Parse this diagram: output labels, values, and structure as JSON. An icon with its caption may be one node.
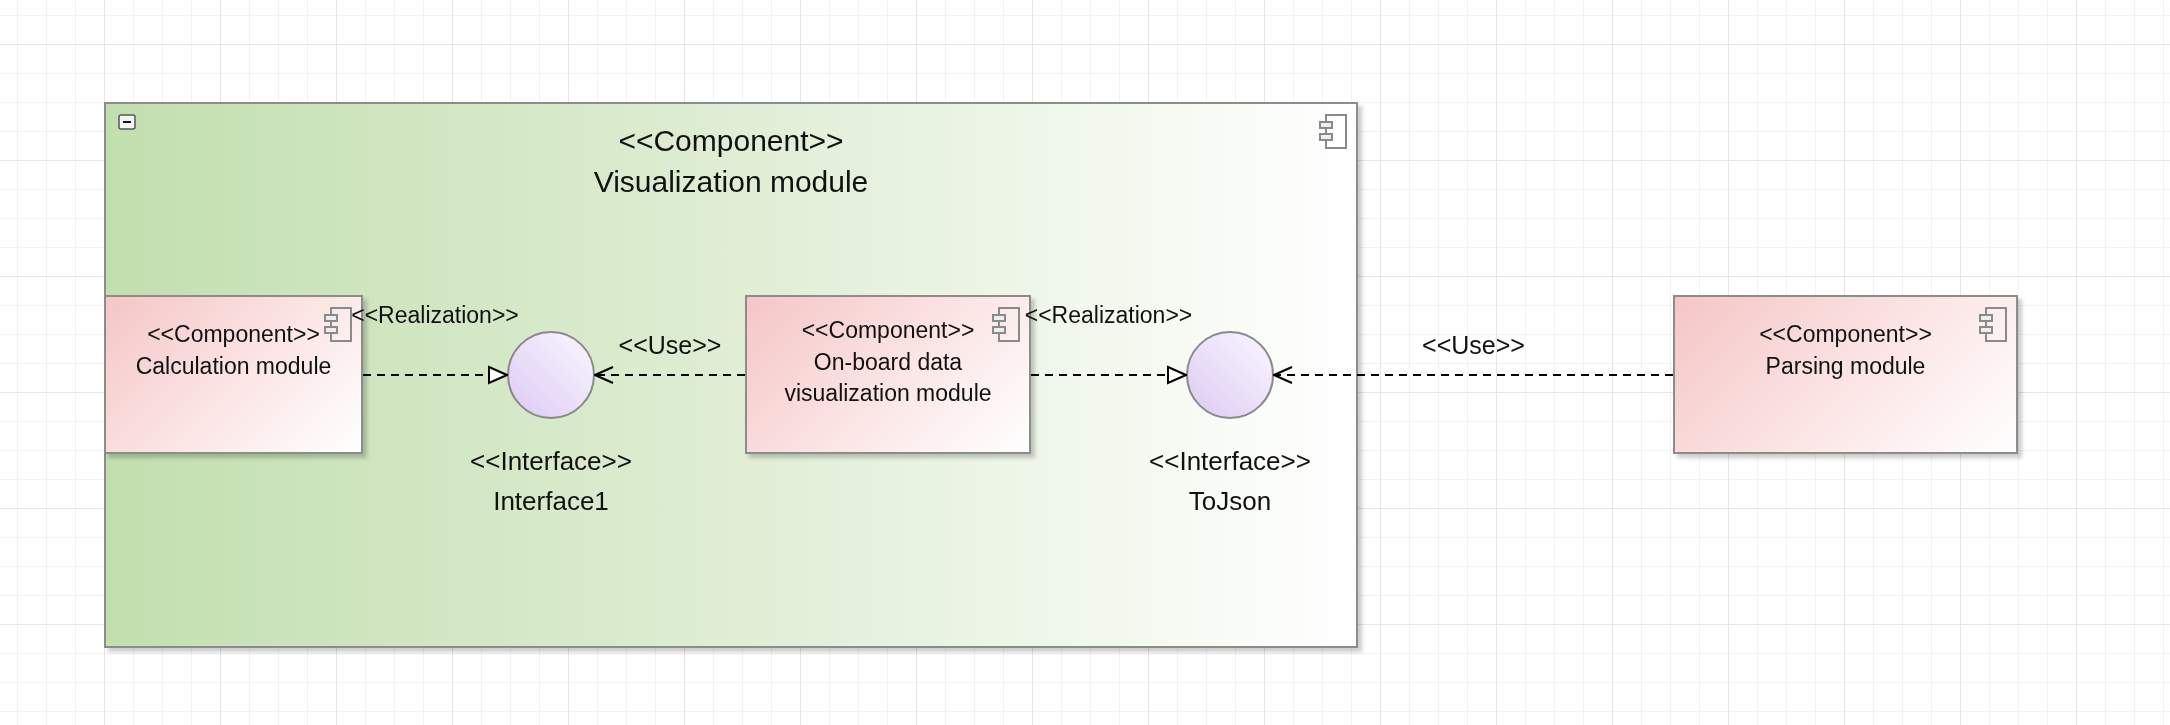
{
  "diagram": {
    "nodes": [
      {
        "text": [
          "<<Component>>",
          "Visualization module"
        ]
      },
      {
        "text": [
          "<<Component>>",
          "Calculation module"
        ],
        "in": 0
      },
      {
        "text": [
          "<<Interface>>",
          "Interface1"
        ],
        "in": 0
      },
      {
        "text": [
          "<<Component>>",
          "On-board data visualization module"
        ],
        "in": 0
      },
      {
        "text": [
          "<<Interface>>",
          "ToJson"
        ],
        "in": 0
      },
      {
        "text": [
          "<<Component>>",
          "Parsing module"
        ]
      }
    ],
    "edges": [
      {
        "from": 1,
        "to": 2,
        "arrow": "to",
        "label": "<<Realization>>",
        "style": "dashed"
      },
      {
        "from": 3,
        "to": 2,
        "arrow": "to",
        "label": "<<Use>>",
        "style": "dashed"
      },
      {
        "from": 3,
        "to": 4,
        "arrow": "to",
        "label": "<<Realization>>",
        "style": "dashed"
      },
      {
        "from": 5,
        "to": 4,
        "arrow": "to",
        "label": "<<Use>>",
        "style": "dashed"
      }
    ]
  }
}
